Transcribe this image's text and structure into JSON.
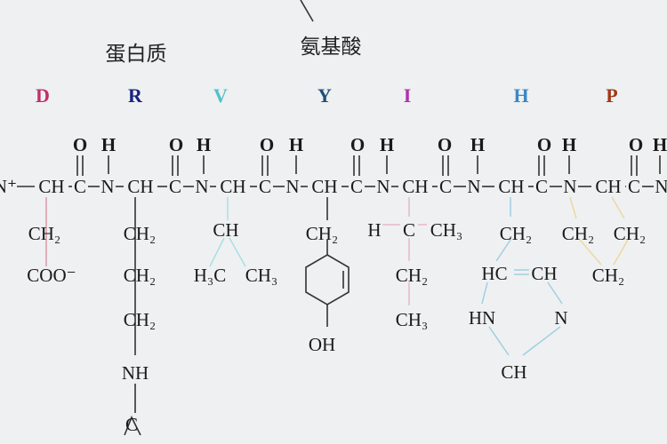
{
  "labels": {
    "protein": "蛋白质",
    "amino_acid": "氨基酸"
  },
  "residues": [
    {
      "code": "D",
      "color": "#c0306a"
    },
    {
      "code": "R",
      "color": "#1a237e"
    },
    {
      "code": "V",
      "color": "#4fc3c8"
    },
    {
      "code": "Y",
      "color": "#1f4f7a"
    },
    {
      "code": "I",
      "color": "#b030b0"
    },
    {
      "code": "H",
      "color": "#3a88c8"
    },
    {
      "code": "P",
      "color": "#a03818"
    }
  ],
  "atoms": {
    "N_plus": "N⁺",
    "CH": "CH",
    "C": "C",
    "N": "N",
    "O": "O",
    "H": "H"
  },
  "side_chains": {
    "D": [
      "CH₂",
      "COO⁻"
    ],
    "R": [
      "CH₂",
      "CH₂",
      "CH₂",
      "NH",
      "C"
    ],
    "V": [
      "CH",
      "H₃C",
      "CH₃"
    ],
    "Y": [
      "CH₂",
      "OH"
    ],
    "I": [
      "H",
      "C",
      "CH₃",
      "CH₂",
      "CH₃"
    ],
    "H": [
      "CH₂",
      "HC",
      "CH",
      "HN",
      "N",
      "CH"
    ],
    "P": [
      "CH₂",
      "CH₂",
      "CH₂"
    ]
  },
  "bond_colors": {
    "D": "#d89aa8",
    "V": "#a8e0e2",
    "Y": "#a8c4d8",
    "I": "#e8b8c8",
    "H": "#9fd0e0",
    "P": "#ecd8a0"
  }
}
